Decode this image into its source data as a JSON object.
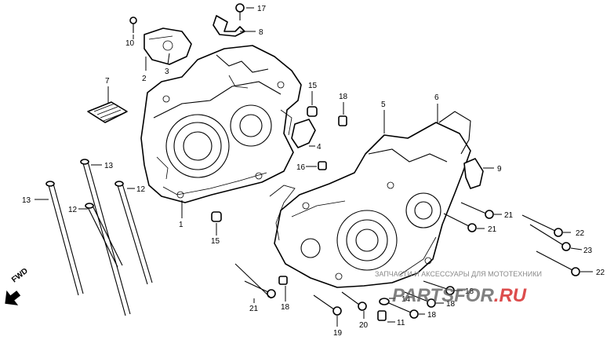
{
  "diagram": {
    "fwd_label": "FWD",
    "callouts": [
      {
        "id": "c1",
        "label": "1"
      },
      {
        "id": "c2",
        "label": "2"
      },
      {
        "id": "c3",
        "label": "3"
      },
      {
        "id": "c4",
        "label": "4"
      },
      {
        "id": "c5",
        "label": "5"
      },
      {
        "id": "c6",
        "label": "6"
      },
      {
        "id": "c7",
        "label": "7"
      },
      {
        "id": "c8",
        "label": "8"
      },
      {
        "id": "c9",
        "label": "9"
      },
      {
        "id": "c10",
        "label": "10"
      },
      {
        "id": "c11",
        "label": "11"
      },
      {
        "id": "c12a",
        "label": "12"
      },
      {
        "id": "c12b",
        "label": "12"
      },
      {
        "id": "c13a",
        "label": "13"
      },
      {
        "id": "c13b",
        "label": "13"
      },
      {
        "id": "c14",
        "label": "14"
      },
      {
        "id": "c15a",
        "label": "15"
      },
      {
        "id": "c15b",
        "label": "15"
      },
      {
        "id": "c16",
        "label": "16"
      },
      {
        "id": "c17",
        "label": "17"
      },
      {
        "id": "c18a",
        "label": "18"
      },
      {
        "id": "c18b",
        "label": "18"
      },
      {
        "id": "c18c",
        "label": "18"
      },
      {
        "id": "c18d",
        "label": "18"
      },
      {
        "id": "c18e",
        "label": "18"
      },
      {
        "id": "c19",
        "label": "19"
      },
      {
        "id": "c20",
        "label": "20"
      },
      {
        "id": "c21a",
        "label": "21"
      },
      {
        "id": "c21b",
        "label": "21"
      },
      {
        "id": "c21c",
        "label": "21"
      },
      {
        "id": "c22a",
        "label": "22"
      },
      {
        "id": "c22b",
        "label": "22"
      },
      {
        "id": "c23",
        "label": "23"
      }
    ]
  },
  "watermark": {
    "tagline": "ЗАПЧАСТИ И АКСЕССУАРЫ ДЛЯ МОТОТЕХНИКИ",
    "logo_main": "PARTSFOR",
    "logo_suffix": ".RU"
  },
  "colors": {
    "line": "#000000",
    "watermark_gray": "#8a8a8a",
    "logo_dark": "#555555",
    "logo_red": "#d42020",
    "background": "#ffffff"
  }
}
